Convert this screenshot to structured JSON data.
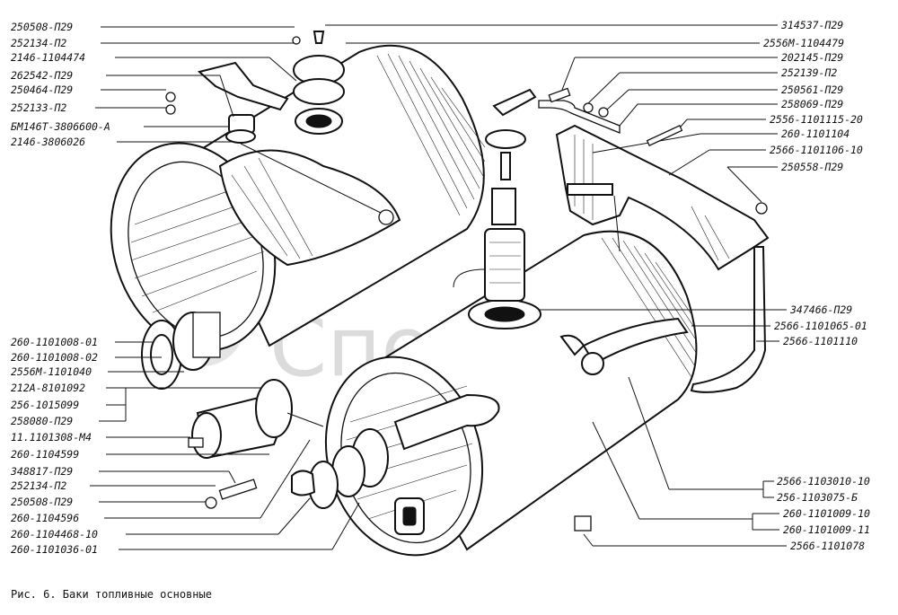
{
  "caption": "Рис. 6. Баки топливные основные",
  "watermark": "СпецМаш",
  "labels_left": [
    "250508-П29",
    "252134-П2",
    "2146-1104474",
    "262542-П29",
    "250464-П29",
    "252133-П2",
    "БМ146Т-3806600-А",
    "2146-3806026",
    "260-1101008-01",
    "260-1101008-02",
    "2556М-1101040",
    "212А-8101092",
    "256-1015099",
    "258080-П29",
    "11.1101308-М4",
    "260-1104599",
    "348817-П29",
    "252134-П2",
    "250508-П29",
    "260-1104596",
    "260-1104468-10",
    "260-1101036-01"
  ],
  "labels_right": [
    "314537-П29",
    "2556М-1104479",
    "202145-П29",
    "252139-П2",
    "250561-П29",
    "258069-П29",
    "2556-1101115-20",
    "260-1101104",
    "2566-1101106-10",
    "250558-П29",
    "347466-П29",
    "2566-1101065-01",
    "2566-1101110",
    "2566-1103010-10",
    "256-1103075-Б",
    "260-1101009-10",
    "260-1101009-11",
    "2566-1101078"
  ]
}
